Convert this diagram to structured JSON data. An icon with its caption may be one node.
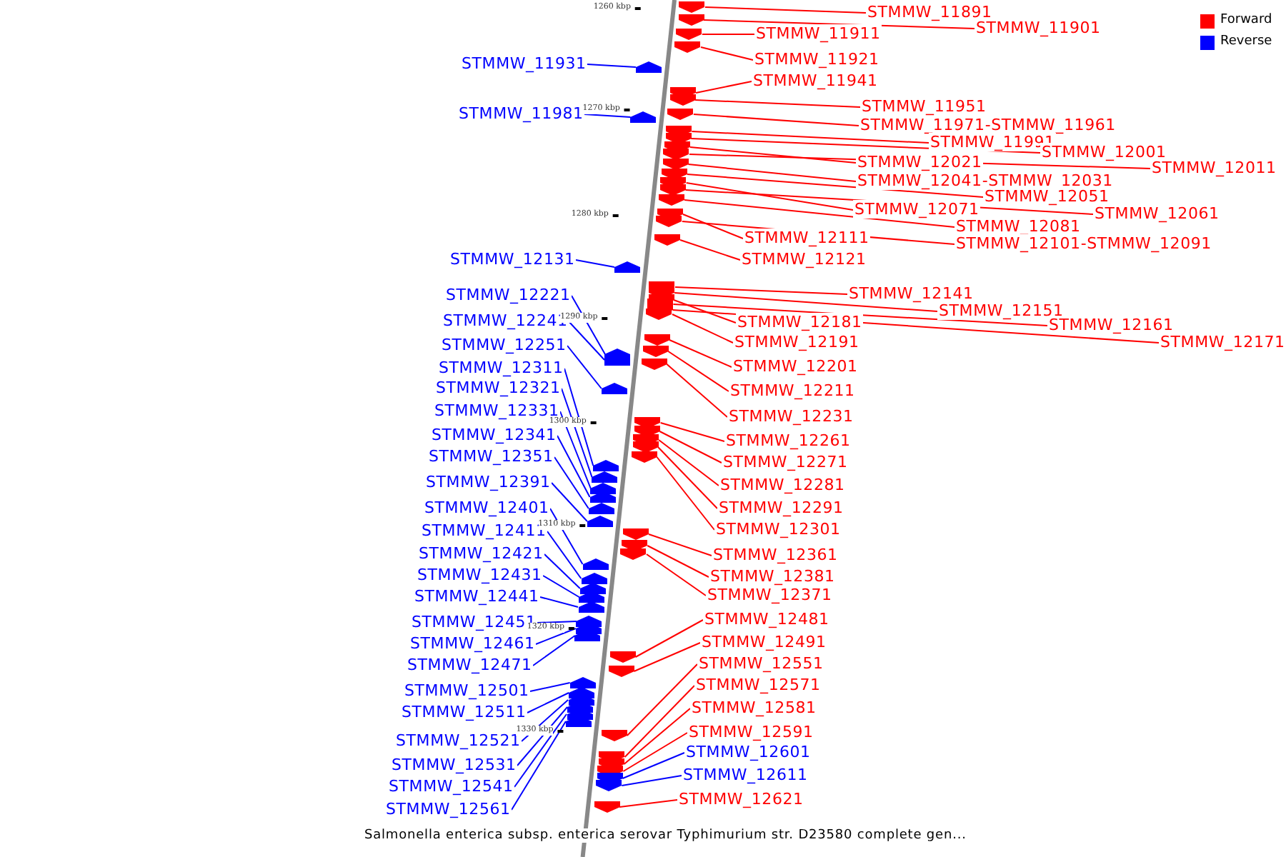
{
  "diagram": {
    "caption": "Salmonella enterica subsp. enterica serovar Typhimurium str. D23580 complete gen...",
    "nodes": [
      {
        "text": [
          "STMMW_11891"
        ]
      },
      {
        "text": [
          "STMMW_11901"
        ]
      },
      {
        "text": [
          "STMMW_11911"
        ]
      },
      {
        "text": [
          "STMMW_11921"
        ]
      },
      {
        "text": [
          "STMMW_11931"
        ]
      },
      {
        "text": [
          "STMMW_11941"
        ]
      },
      {
        "text": [
          "STMMW_11951"
        ]
      },
      {
        "text": [
          "STMMW_11981"
        ]
      },
      {
        "text": [
          "STMMW_11971-STMMW_11961"
        ]
      },
      {
        "text": [
          "STMMW_11991"
        ]
      },
      {
        "text": [
          "STMMW_12001"
        ]
      },
      {
        "text": [
          "STMMW_12021"
        ]
      },
      {
        "text": [
          "STMMW_12011"
        ]
      },
      {
        "text": [
          "STMMW_12041-STMMW_12031"
        ]
      },
      {
        "text": [
          "STMMW_12051"
        ]
      },
      {
        "text": [
          "STMMW_12071"
        ]
      },
      {
        "text": [
          "STMMW_12061"
        ]
      },
      {
        "text": [
          "STMMW_12081"
        ]
      },
      {
        "text": [
          "STMMW_12111"
        ]
      },
      {
        "text": [
          "STMMW_12101-STMMW_12091"
        ]
      },
      {
        "text": [
          "STMMW_12131"
        ]
      },
      {
        "text": [
          "STMMW_12121"
        ]
      },
      {
        "text": [
          "STMMW_12141"
        ]
      },
      {
        "text": [
          "STMMW_12221"
        ]
      },
      {
        "text": [
          "STMMW_12151"
        ]
      },
      {
        "text": [
          "STMMW_12241"
        ]
      },
      {
        "text": [
          "STMMW_12181"
        ]
      },
      {
        "text": [
          "STMMW_12161"
        ]
      },
      {
        "text": [
          "STMMW_12191"
        ]
      },
      {
        "text": [
          "STMMW_12171"
        ]
      },
      {
        "text": [
          "STMMW_12251"
        ]
      },
      {
        "text": [
          "STMMW_12201"
        ]
      },
      {
        "text": [
          "STMMW_12311"
        ]
      },
      {
        "text": [
          "STMMW_12321"
        ]
      },
      {
        "text": [
          "STMMW_12211"
        ]
      },
      {
        "text": [
          "STMMW_12331"
        ]
      },
      {
        "text": [
          "STMMW_12231"
        ]
      },
      {
        "text": [
          "STMMW_12341"
        ]
      },
      {
        "text": [
          "STMMW_12261"
        ]
      },
      {
        "text": [
          "STMMW_12351"
        ]
      },
      {
        "text": [
          "STMMW_12271"
        ]
      },
      {
        "text": [
          "STMMW_12391"
        ]
      },
      {
        "text": [
          "STMMW_12281"
        ]
      },
      {
        "text": [
          "STMMW_12401"
        ]
      },
      {
        "text": [
          "STMMW_12291"
        ]
      },
      {
        "text": [
          "STMMW_12301"
        ]
      },
      {
        "text": [
          "STMMW_12411"
        ]
      },
      {
        "text": [
          "STMMW_12421"
        ]
      },
      {
        "text": [
          "STMMW_12361"
        ]
      },
      {
        "text": [
          "STMMW_12431"
        ]
      },
      {
        "text": [
          "STMMW_12381"
        ]
      },
      {
        "text": [
          "STMMW_12371"
        ]
      },
      {
        "text": [
          "STMMW_12441"
        ]
      },
      {
        "text": [
          "STMMW_12481"
        ]
      },
      {
        "text": [
          "STMMW_12451"
        ]
      },
      {
        "text": [
          "STMMW_12491"
        ]
      },
      {
        "text": [
          "STMMW_12461"
        ]
      },
      {
        "text": [
          "STMMW_12551"
        ]
      },
      {
        "text": [
          "STMMW_12471"
        ]
      },
      {
        "text": [
          "STMMW_12571"
        ]
      },
      {
        "text": [
          "STMMW_12501"
        ]
      },
      {
        "text": [
          "STMMW_12581"
        ]
      },
      {
        "text": [
          "STMMW_12511"
        ]
      },
      {
        "text": [
          "STMMW_12591"
        ]
      },
      {
        "text": [
          "STMMW_12521"
        ]
      },
      {
        "text": [
          "STMMW_12601"
        ]
      },
      {
        "text": [
          "STMMW_12531"
        ]
      },
      {
        "text": [
          "STMMW_12611"
        ]
      },
      {
        "text": [
          "STMMW_12541"
        ]
      },
      {
        "text": [
          "STMMW_12621"
        ]
      },
      {
        "text": [
          "STMMW_12561"
        ]
      },
      {
        "text": [],
        "shape": "arrow"
      },
      {
        "text": [],
        "shape": "arrow"
      },
      {
        "text": [],
        "shape": "arrow"
      },
      {
        "text": [],
        "shape": "arrow"
      },
      {
        "text": [],
        "shape": "arrow"
      },
      {
        "text": [],
        "shape": "arrow"
      },
      {
        "text": [],
        "shape": "arrow"
      },
      {
        "text": [],
        "shape": "arrow"
      },
      {
        "text": [],
        "shape": "arrow"
      },
      {
        "text": [],
        "shape": "arrow"
      },
      {
        "text": [],
        "shape": "arrow"
      },
      {
        "text": [],
        "shape": "arrow"
      },
      {
        "text": [],
        "shape": "arrow"
      },
      {
        "text": [],
        "shape": "arrow"
      },
      {
        "text": [],
        "shape": "arrow"
      },
      {
        "text": [],
        "shape": "arrow"
      },
      {
        "text": [],
        "shape": "arrow"
      },
      {
        "text": [],
        "shape": "arrow"
      },
      {
        "text": [],
        "shape": "arrow"
      },
      {
        "text": [],
        "shape": "arrow"
      },
      {
        "text": [],
        "shape": "arrow"
      },
      {
        "text": [],
        "shape": "arrow"
      },
      {
        "text": [],
        "shape": "arrow"
      },
      {
        "text": [],
        "shape": "arrow"
      },
      {
        "text": [],
        "shape": "arrow"
      },
      {
        "text": [],
        "shape": "arrow"
      },
      {
        "text": [],
        "shape": "arrow"
      },
      {
        "text": [],
        "shape": "arrow"
      },
      {
        "text": [],
        "shape": "arrow"
      },
      {
        "text": [],
        "shape": "arrow"
      },
      {
        "text": [],
        "shape": "arrow"
      },
      {
        "text": [],
        "shape": "arrow"
      },
      {
        "text": [],
        "shape": "arrow"
      },
      {
        "text": [],
        "shape": "arrow"
      },
      {
        "text": [],
        "shape": "arrow"
      },
      {
        "text": [],
        "shape": "arrow"
      },
      {
        "text": [],
        "shape": "arrow"
      },
      {
        "text": [],
        "shape": "arrow"
      },
      {
        "text": [],
        "shape": "arrow"
      },
      {
        "text": [],
        "shape": "arrow"
      },
      {
        "text": [],
        "shape": "arrow"
      },
      {
        "text": [],
        "shape": "arrow"
      },
      {
        "text": [],
        "shape": "arrow"
      },
      {
        "text": [],
        "shape": "arrow"
      },
      {
        "text": [],
        "shape": "arrow"
      },
      {
        "text": [],
        "shape": "arrow"
      },
      {
        "text": [],
        "shape": "arrow"
      },
      {
        "text": [],
        "shape": "arrow"
      },
      {
        "text": [],
        "shape": "arrow"
      },
      {
        "text": [],
        "shape": "arrow"
      },
      {
        "text": [],
        "shape": "arrow"
      },
      {
        "text": [],
        "shape": "arrow"
      },
      {
        "text": [],
        "shape": "arrow"
      },
      {
        "text": [],
        "shape": "arrow"
      },
      {
        "text": [],
        "shape": "arrow"
      },
      {
        "text": [],
        "shape": "arrow"
      },
      {
        "text": [],
        "shape": "arrow"
      },
      {
        "text": [],
        "shape": "arrow"
      },
      {
        "text": [],
        "shape": "arrow"
      },
      {
        "text": [],
        "shape": "arrow"
      },
      {
        "text": [],
        "shape": "arrow"
      },
      {
        "text": [],
        "shape": "arrow"
      },
      {
        "text": [],
        "shape": "arrow"
      },
      {
        "text": [],
        "shape": "arrow"
      },
      {
        "text": [],
        "shape": "arrow"
      },
      {
        "text": [],
        "shape": "arrow"
      },
      {
        "text": [],
        "shape": "arrow"
      },
      {
        "text": [],
        "shape": "arrow"
      },
      {
        "text": [],
        "shape": "arrow"
      },
      {
        "text": [],
        "shape": "arrow"
      },
      {
        "text": [],
        "shape": "arrow"
      }
    ],
    "edges": [
      {
        "from": 0,
        "to": 71,
        "arrow": "none"
      },
      {
        "from": 1,
        "to": 72,
        "arrow": "none"
      },
      {
        "from": 2,
        "to": 73,
        "arrow": "none"
      },
      {
        "from": 3,
        "to": 74,
        "arrow": "none"
      },
      {
        "from": 4,
        "to": 75,
        "arrow": "none",
        "color": "#0000ff"
      },
      {
        "from": 5,
        "to": 76,
        "arrow": "none"
      },
      {
        "from": 6,
        "to": 77,
        "arrow": "none"
      },
      {
        "from": 7,
        "to": 78,
        "arrow": "none",
        "color": "#0000ff"
      },
      {
        "from": 8,
        "to": 79,
        "arrow": "none"
      },
      {
        "from": 9,
        "to": 80,
        "arrow": "none"
      },
      {
        "from": 10,
        "to": 81,
        "arrow": "none"
      },
      {
        "from": 11,
        "to": 82,
        "arrow": "none"
      },
      {
        "from": 12,
        "to": 83,
        "arrow": "none"
      },
      {
        "from": 13,
        "to": 84,
        "arrow": "none"
      },
      {
        "from": 14,
        "to": 85,
        "arrow": "none"
      },
      {
        "from": 15,
        "to": 86,
        "arrow": "none"
      },
      {
        "from": 16,
        "to": 87,
        "arrow": "none"
      },
      {
        "from": 17,
        "to": 88,
        "arrow": "none"
      },
      {
        "from": 18,
        "to": 89,
        "arrow": "none"
      },
      {
        "from": 19,
        "to": 90,
        "arrow": "none"
      },
      {
        "from": 20,
        "to": 91,
        "arrow": "none",
        "color": "#0000ff"
      },
      {
        "from": 21,
        "to": 92,
        "arrow": "none"
      },
      {
        "from": 22,
        "to": 93,
        "arrow": "none"
      },
      {
        "from": 23,
        "to": 94,
        "arrow": "none",
        "color": "#0000ff"
      },
      {
        "from": 24,
        "to": 95,
        "arrow": "none"
      },
      {
        "from": 25,
        "to": 96,
        "arrow": "none",
        "color": "#0000ff"
      },
      {
        "from": 26,
        "to": 97,
        "arrow": "none"
      },
      {
        "from": 27,
        "to": 98,
        "arrow": "none"
      },
      {
        "from": 28,
        "to": 99,
        "arrow": "none"
      },
      {
        "from": 29,
        "to": 100,
        "arrow": "none"
      },
      {
        "from": 30,
        "to": 101,
        "arrow": "none",
        "color": "#0000ff"
      },
      {
        "from": 31,
        "to": 102,
        "arrow": "none"
      },
      {
        "from": 32,
        "to": 103,
        "arrow": "none",
        "color": "#0000ff"
      },
      {
        "from": 33,
        "to": 104,
        "arrow": "none",
        "color": "#0000ff"
      },
      {
        "from": 34,
        "to": 105,
        "arrow": "none"
      },
      {
        "from": 35,
        "to": 106,
        "arrow": "none",
        "color": "#0000ff"
      },
      {
        "from": 36,
        "to": 107,
        "arrow": "none"
      },
      {
        "from": 37,
        "to": 108,
        "arrow": "none",
        "color": "#0000ff"
      },
      {
        "from": 38,
        "to": 109,
        "arrow": "none"
      },
      {
        "from": 39,
        "to": 110,
        "arrow": "none",
        "color": "#0000ff"
      },
      {
        "from": 40,
        "to": 111,
        "arrow": "none"
      },
      {
        "from": 41,
        "to": 112,
        "arrow": "none",
        "color": "#0000ff"
      },
      {
        "from": 42,
        "to": 113,
        "arrow": "none"
      },
      {
        "from": 43,
        "to": 114,
        "arrow": "none",
        "color": "#0000ff"
      },
      {
        "from": 44,
        "to": 115,
        "arrow": "none"
      },
      {
        "from": 45,
        "to": 116,
        "arrow": "none"
      },
      {
        "from": 46,
        "to": 117,
        "arrow": "none",
        "color": "#0000ff"
      },
      {
        "from": 47,
        "to": 118,
        "arrow": "none",
        "color": "#0000ff"
      },
      {
        "from": 48,
        "to": 119,
        "arrow": "none"
      },
      {
        "from": 49,
        "to": 120,
        "arrow": "none",
        "color": "#0000ff"
      },
      {
        "from": 50,
        "to": 121,
        "arrow": "none"
      },
      {
        "from": 51,
        "to": 122,
        "arrow": "none"
      },
      {
        "from": 52,
        "to": 123,
        "arrow": "none",
        "color": "#0000ff"
      },
      {
        "from": 53,
        "to": 124,
        "arrow": "none"
      },
      {
        "from": 54,
        "to": 125,
        "arrow": "none",
        "color": "#0000ff"
      },
      {
        "from": 55,
        "to": 126,
        "arrow": "none"
      },
      {
        "from": 56,
        "to": 127,
        "arrow": "none",
        "color": "#0000ff"
      },
      {
        "from": 57,
        "to": 128,
        "arrow": "none"
      },
      {
        "from": 58,
        "to": 129,
        "arrow": "none",
        "color": "#0000ff"
      },
      {
        "from": 59,
        "to": 130,
        "arrow": "none"
      },
      {
        "from": 60,
        "to": 131,
        "arrow": "none",
        "color": "#0000ff"
      },
      {
        "from": 61,
        "to": 132,
        "arrow": "none"
      },
      {
        "from": 62,
        "to": 133,
        "arrow": "none",
        "color": "#0000ff"
      },
      {
        "from": 63,
        "to": 134,
        "arrow": "none"
      },
      {
        "from": 64,
        "to": 135,
        "arrow": "none",
        "color": "#0000ff"
      },
      {
        "from": 65,
        "to": 136,
        "arrow": "none",
        "color": "#0000ff"
      },
      {
        "from": 66,
        "to": 137,
        "arrow": "none",
        "color": "#0000ff"
      },
      {
        "from": 67,
        "to": 138,
        "arrow": "none",
        "color": "#0000ff"
      },
      {
        "from": 68,
        "to": 139,
        "arrow": "none",
        "color": "#0000ff"
      },
      {
        "from": 69,
        "to": 140,
        "arrow": "none"
      },
      {
        "from": 70,
        "to": 141,
        "arrow": "none",
        "color": "#0000ff"
      }
    ],
    "labels": [
      "1260 kbp",
      "1270 kbp",
      "1280 kbp",
      "1290 kbp",
      "1300 kbp",
      "1310 kbp",
      "1320 kbp",
      "1330 kbp"
    ],
    "legend": [
      {
        "text": "Forward",
        "color": "#ff0000"
      },
      {
        "text": "Reverse",
        "color": "#0000ff"
      }
    ]
  }
}
